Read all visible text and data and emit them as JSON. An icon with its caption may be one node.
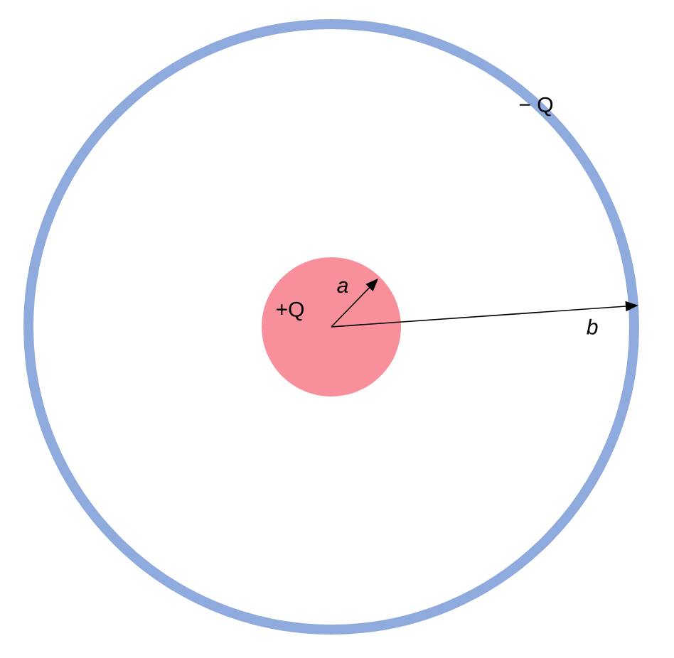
{
  "diagram": {
    "nodes": [
      {
        "text": [
          "− Q"
        ]
      },
      {
        "text": [
          "+Q"
        ],
        "in": 0
      }
    ],
    "edges": [
      {
        "from": 1,
        "to": 0,
        "arrow": "to",
        "label": "b"
      }
    ],
    "labels": [
      "a"
    ]
  }
}
